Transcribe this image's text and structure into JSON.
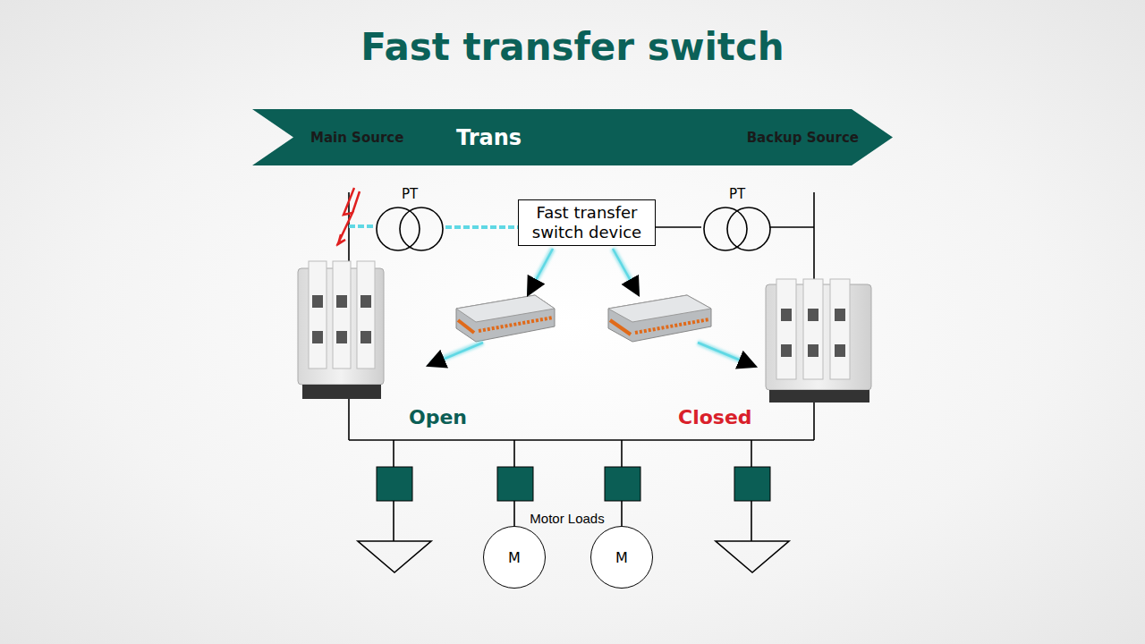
{
  "diagram": {
    "title": "Fast transfer switch",
    "nodes": [
      {
        "text": [
          "Main Source",
          "Trans",
          "Backup Source"
        ]
      },
      {
        "text": [
          "PT"
        ]
      },
      {
        "text": [
          "Fast transfer switch device"
        ]
      },
      {
        "text": [
          "PT"
        ]
      },
      {
        "text": [
          "M"
        ]
      },
      {
        "text": [
          "M"
        ]
      }
    ],
    "edges": [
      {
        "from": 1,
        "to": 2,
        "arrow": "none"
      },
      {
        "from": 2,
        "to": 3,
        "arrow": "none"
      }
    ],
    "labels": [
      "Open",
      "Closed",
      "Motor Loads"
    ]
  }
}
